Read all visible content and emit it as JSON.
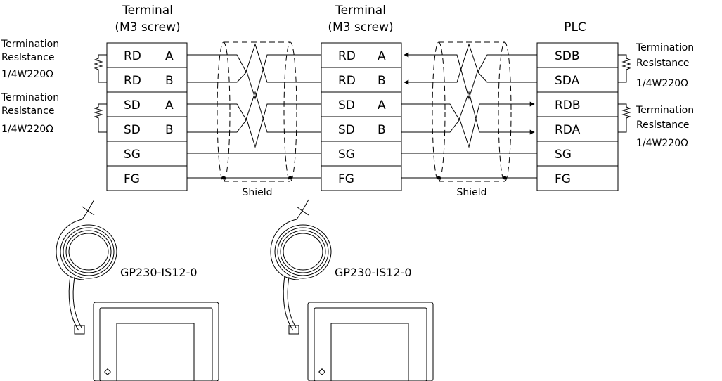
{
  "terminal_1": {
    "title": "Terminal",
    "subtitle": "(M3 screw)",
    "pins": [
      {
        "name": "RD",
        "suffix": "A"
      },
      {
        "name": "RD",
        "suffix": "B"
      },
      {
        "name": "SD",
        "suffix": "A"
      },
      {
        "name": "SD",
        "suffix": "B"
      },
      {
        "name": "SG",
        "suffix": ""
      },
      {
        "name": "FG",
        "suffix": ""
      }
    ]
  },
  "terminal_2": {
    "title": "Terminal",
    "subtitle": "(M3 screw)",
    "pins": [
      {
        "name": "RD",
        "suffix": "A"
      },
      {
        "name": "RD",
        "suffix": "B"
      },
      {
        "name": "SD",
        "suffix": "A"
      },
      {
        "name": "SD",
        "suffix": "B"
      },
      {
        "name": "SG",
        "suffix": ""
      },
      {
        "name": "FG",
        "suffix": ""
      }
    ]
  },
  "plc": {
    "title": "PLC",
    "pins": [
      "SDB",
      "SDA",
      "RDB",
      "RDA",
      "SG",
      "FG"
    ]
  },
  "termination_notes": [
    {
      "line1": "Termination",
      "line2": "Reslstance",
      "line3": "1/4W220Ω"
    },
    {
      "line1": "Termination",
      "line2": "Reslstance",
      "line3": "1/4W220Ω"
    },
    {
      "line1": "Termination",
      "line2": "Reslstance",
      "line3": "1/4W220Ω"
    },
    {
      "line1": "Termination",
      "line2": "Reslstance",
      "line3": "1/4W220Ω"
    }
  ],
  "shield_labels": [
    "Shield",
    "Shield"
  ],
  "cables": [
    "GP230-IS12-0",
    "GP230-IS12-0"
  ]
}
